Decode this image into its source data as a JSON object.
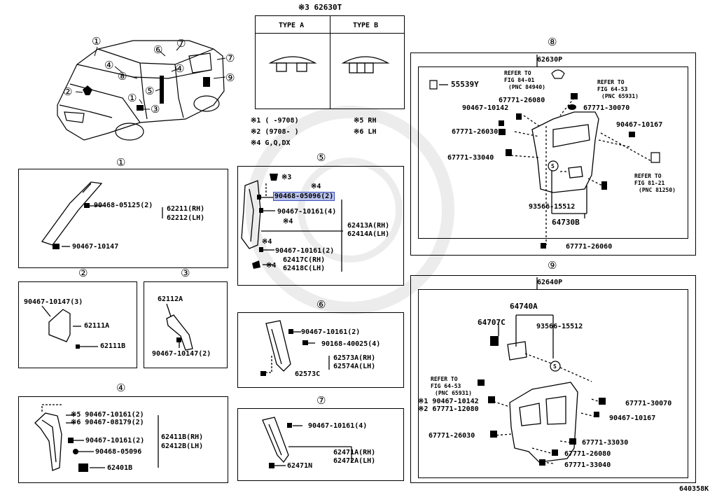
{
  "figure_code": "640358K",
  "car_callouts": [
    "①",
    "②",
    "③",
    "④",
    "⑤",
    "⑥",
    "⑦",
    "⑧",
    "⑨"
  ],
  "type_box": {
    "title": "※3 62630T",
    "type_a": "TYPE A",
    "type_b": "TYPE B"
  },
  "notes": {
    "n1": "※1 (     -9708)",
    "n2": "※2 (9708-     )",
    "n4": "※4 G,Q,DX",
    "n5": "※5 RH",
    "n6": "※6 LH"
  },
  "p1": {
    "num": "①",
    "a": "90468-05125(2)",
    "b": "62211(RH)",
    "c": "62212(LH)",
    "d": "90467-10147"
  },
  "p2": {
    "num": "②",
    "a": "90467-10147(3)",
    "b": "62111A",
    "c": "62111B"
  },
  "p3": {
    "num": "③",
    "a": "62112A",
    "b": "90467-10147(2)"
  },
  "p4": {
    "num": "④",
    "a": "※5 90467-10161(2)",
    "b": "※6 90467-08179(2)",
    "c": "90467-10161(2)",
    "d": "90468-05096",
    "e": "62411B(RH)",
    "f": "62412B(LH)",
    "g": "62401B"
  },
  "p5": {
    "num": "⑤",
    "a": "※3",
    "b": "※4",
    "c": "90468-05096(2)",
    "d": "90467-10161(4)",
    "e": "※4",
    "f": "62413A(RH)",
    "g": "62414A(LH)",
    "h": "※4",
    "i": "90467-10161(2)",
    "j": "※4",
    "k": "62417C(RH)",
    "l": "62418C(LH)"
  },
  "p6": {
    "num": "⑥",
    "a": "90467-10161(2)",
    "b": "90168-40025(4)",
    "c": "62573A(RH)",
    "d": "62574A(LH)",
    "e": "62573C"
  },
  "p7": {
    "num": "⑦",
    "a": "90467-10161(4)",
    "b": "62471A(RH)",
    "c": "62472A(LH)",
    "d": "62471N"
  },
  "p8": {
    "num": "⑧",
    "title": "62630P",
    "a": "55539Y",
    "ref1a": "REFER TO",
    "ref1b": "FIG 84-01",
    "ref1c": "(PNC 84940)",
    "ref2a": "REFER TO",
    "ref2b": "FIG 64-53",
    "ref2c": "(PNC 65931)",
    "b": "67771-26080",
    "c": "90467-10142",
    "d": "67771-30070",
    "e": "90467-10167",
    "f": "67771-26030",
    "g": "67771-33040",
    "ref3a": "REFER TO",
    "ref3b": "FIG 81-21",
    "ref3c": "(PNC 81250)",
    "h": "93566-15512",
    "i": "64730B",
    "j": "67771-26060",
    "s": "S"
  },
  "p9": {
    "num": "⑨",
    "title": "62640P",
    "a": "64740A",
    "b": "64707C",
    "c": "93566-15512",
    "ref1a": "REFER TO",
    "ref1b": "FIG 64-53",
    "ref1c": "(PNC 65931)",
    "d": "※1 90467-10142",
    "e": "※2 67771-12080",
    "f": "67771-30070",
    "g": "90467-10167",
    "h": "67771-26030",
    "i": "67771-33030",
    "j": "67771-26080",
    "k": "67771-33040",
    "s": "S"
  },
  "colors": {
    "highlight": "#b9c3ec",
    "highlight_border": "#3b4fb8",
    "line": "#000000"
  }
}
